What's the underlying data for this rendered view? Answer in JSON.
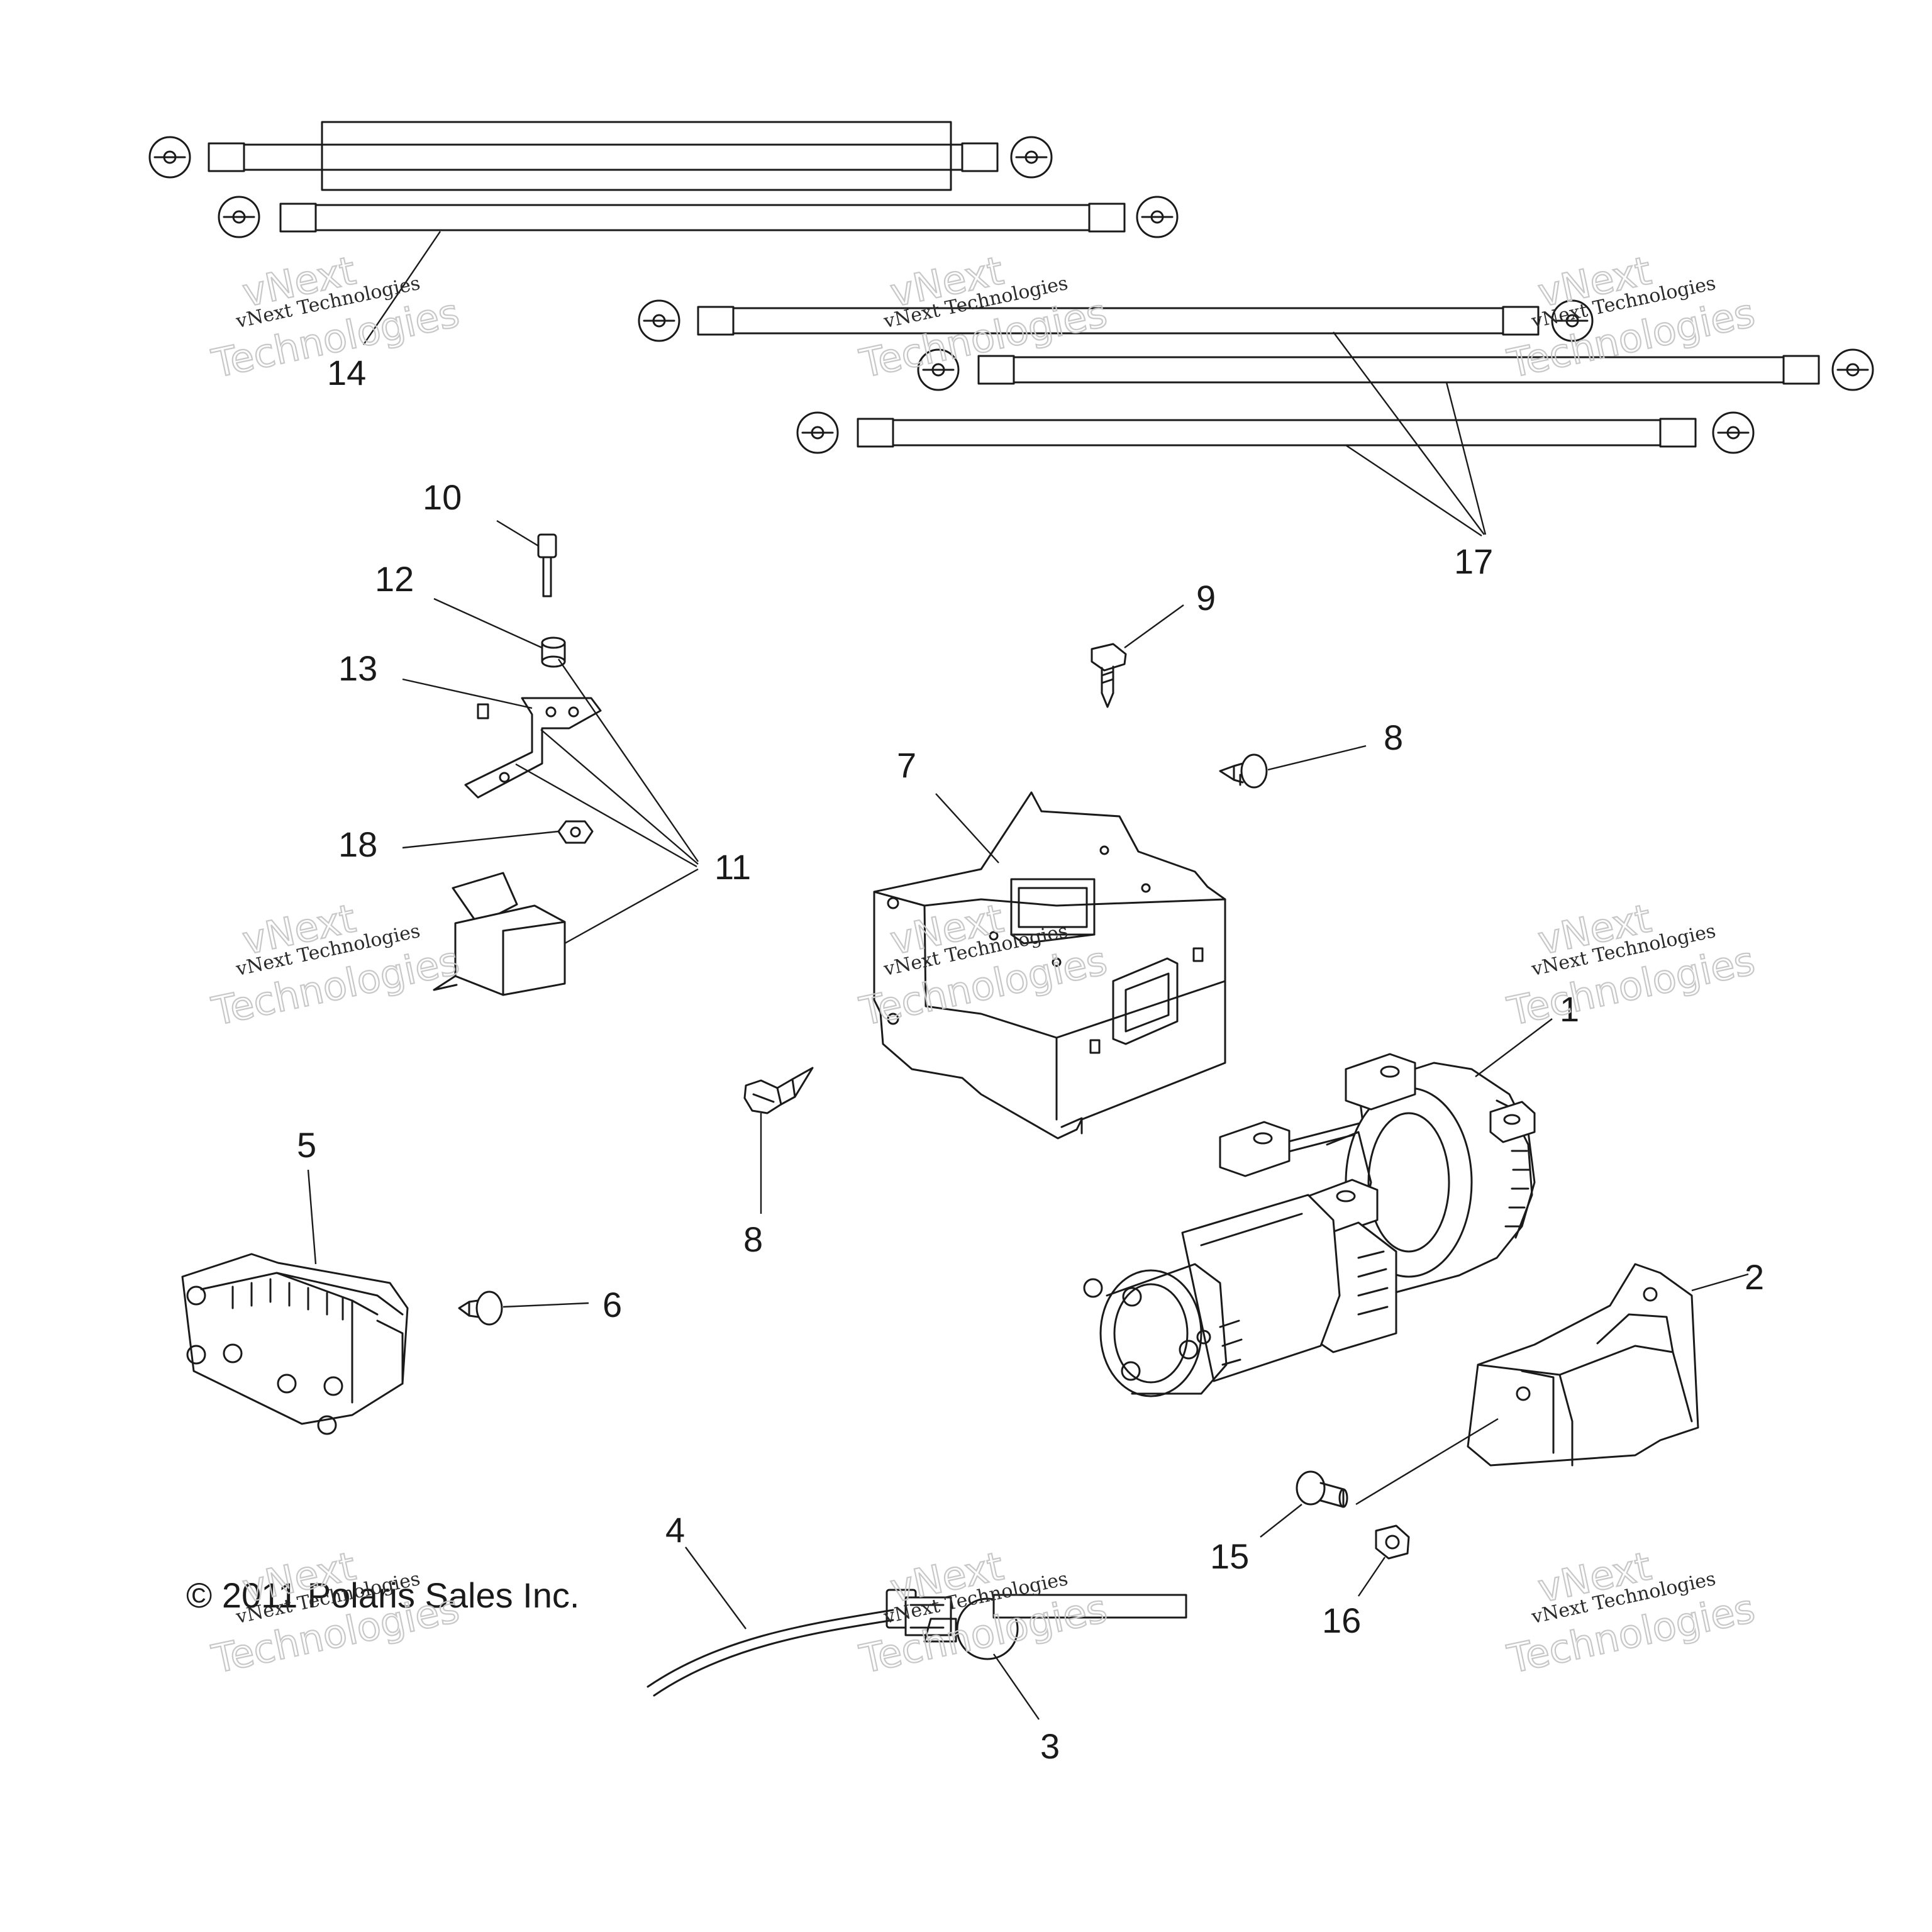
{
  "diagram": {
    "callouts": {
      "p1": "1",
      "p2": "2",
      "p3": "3",
      "p4": "4",
      "p5": "5",
      "p6": "6",
      "p7": "7",
      "p8a": "8",
      "p8b": "8",
      "p9": "9",
      "p10": "10",
      "p11": "11",
      "p12": "12",
      "p13": "13",
      "p14": "14",
      "p15": "15",
      "p16": "16",
      "p17": "17",
      "p18": "18"
    },
    "copyright": "© 2011 Polaris Sales Inc.",
    "watermark": {
      "line1": "vNext Technologies",
      "line2": "Technologies",
      "line3": "vNext"
    }
  }
}
